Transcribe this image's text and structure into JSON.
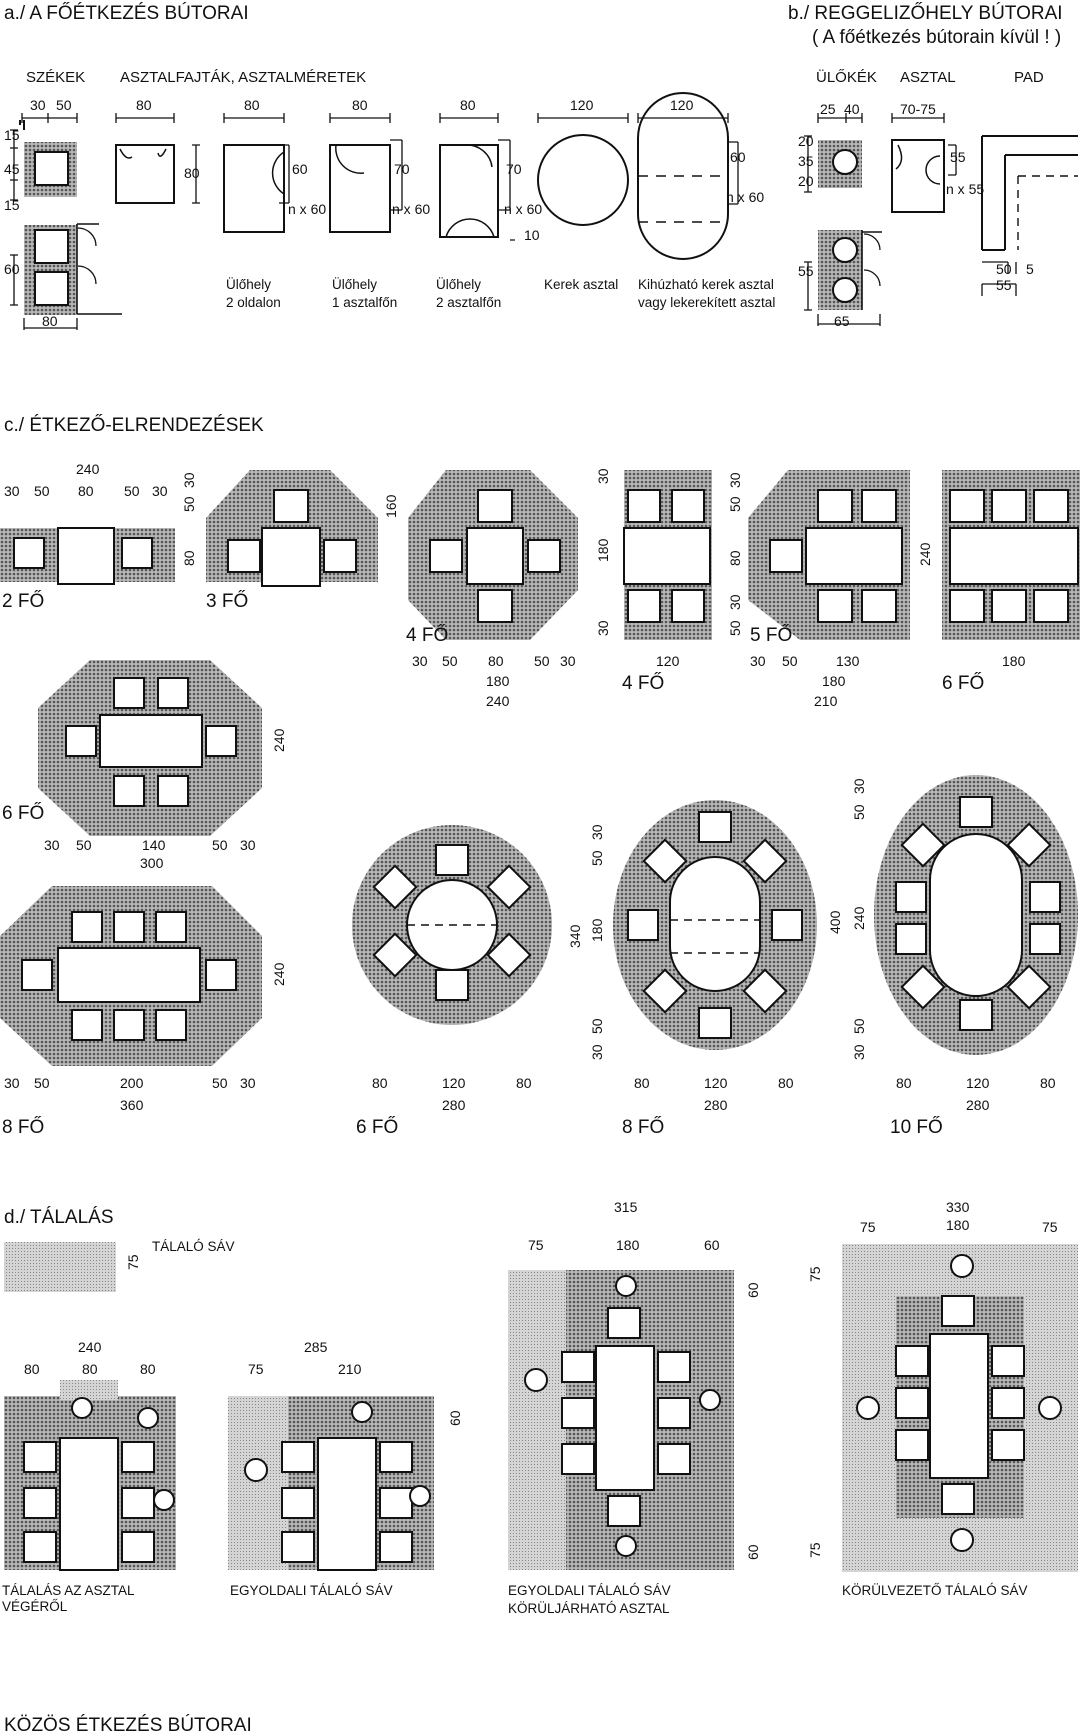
{
  "sections": {
    "a": {
      "title": "a./ A FŐÉTKEZÉS BÚTORAI",
      "chairs_heading": "SZÉKEK",
      "tables_heading": "ASZTALFAJTÁK, ASZTALMÉRETEK",
      "dims": {
        "chair_w30": "30",
        "chair_w50": "50",
        "chair_h15a": "15",
        "chair_h45": "45",
        "chair_h15b": "15",
        "chairs60": "60",
        "chairs80": "80",
        "t1_w": "80",
        "t1_h": "80",
        "t2_w": "80",
        "t2_h": "60",
        "t2_n": "n x 60",
        "t3_w": "80",
        "t3_h": "70",
        "t3_n": "n x 60",
        "t4_w": "80",
        "t4_h": "70",
        "t4_n": "n x 60",
        "t4_10": "10",
        "t5_w": "120",
        "t6_w": "120",
        "t6_h": "60",
        "t6_n": "n x 60"
      },
      "captions": {
        "seat2side_l1": "Ülőhely",
        "seat2side_l2": "2 oldalon",
        "seat1_l1": "Ülőhely",
        "seat1_l2": "1 asztalfőn",
        "seat2_l1": "Ülőhely",
        "seat2_l2": "2 asztalfőn",
        "round": "Kerek asztal",
        "ext_l1": "Kihúzható kerek asztal",
        "ext_l2": "vagy lekerekített asztal"
      }
    },
    "b": {
      "title": "b./ REGGELIZŐHELY BÚTORAI",
      "subtitle": "( A főétkezés bútorain kívül ! )",
      "seats_heading": "ÜLŐKÉK",
      "table_heading": "ASZTAL",
      "bench_heading": "PAD",
      "dims": {
        "s25": "25",
        "s40": "40",
        "s20a": "20",
        "s35": "35",
        "s20b": "20",
        "s55": "55",
        "s65": "65",
        "t7075": "70-75",
        "t55": "55",
        "tn55": "n x 55",
        "p50": "50",
        "p5": "5",
        "p55": "55"
      }
    },
    "c": {
      "title": "c./ ÉTKEZŐ-ELRENDEZÉSEK",
      "layouts": [
        {
          "caption": "2 FŐ",
          "dims": [
            "240",
            "30",
            "50",
            "80",
            "50",
            "30",
            "80",
            "50",
            "30"
          ]
        },
        {
          "caption": "3 FŐ",
          "dims": [
            "160"
          ]
        },
        {
          "caption": "4 FŐ",
          "dims": [
            "30",
            "50",
            "80",
            "50",
            "30",
            "180",
            "240"
          ]
        },
        {
          "caption": "4 FŐ",
          "dims": [
            "120",
            "30",
            "180",
            "30"
          ]
        },
        {
          "caption": "5 FŐ",
          "dims": [
            "30",
            "50",
            "130",
            "180",
            "210",
            "50",
            "30",
            "80",
            "50",
            "30"
          ]
        },
        {
          "caption": "6 FŐ",
          "dims": [
            "180",
            "240"
          ]
        },
        {
          "caption": "6 FŐ",
          "dims": [
            "30",
            "50",
            "140",
            "50",
            "30",
            "300",
            "240"
          ]
        },
        {
          "caption": "8 FŐ",
          "dims": [
            "30",
            "50",
            "200",
            "50",
            "30",
            "360",
            "240"
          ]
        },
        {
          "caption": "6 FŐ",
          "dims": [
            "80",
            "120",
            "80",
            "280"
          ]
        },
        {
          "caption": "8 FŐ",
          "dims": [
            "80",
            "120",
            "80",
            "280",
            "340",
            "180",
            "50",
            "30",
            "30",
            "50"
          ]
        },
        {
          "caption": "10 FŐ",
          "dims": [
            "80",
            "120",
            "80",
            "280",
            "400",
            "240",
            "50",
            "30",
            "30",
            "50"
          ]
        }
      ]
    },
    "d": {
      "title": "d./ TÁLALÁS",
      "serving_band": "TÁLALÓ SÁV",
      "band_depth": "75",
      "layouts": [
        {
          "caption_l1": "TÁLALÁS AZ ASZTAL",
          "caption_l2": "VÉGÉRŐL",
          "dims": [
            "240",
            "80",
            "80",
            "80"
          ]
        },
        {
          "caption_l1": "EGYOLDALI TÁLALÓ SÁV",
          "caption_l2": "",
          "dims": [
            "285",
            "75",
            "210",
            "60"
          ]
        },
        {
          "caption_l1": "EGYOLDALI TÁLALÓ SÁV",
          "caption_l2": "KÖRÜLJÁRHATÓ ASZTAL",
          "dims": [
            "315",
            "75",
            "180",
            "60",
            "60",
            "60"
          ]
        },
        {
          "caption_l1": "KÖRÜLVEZETŐ TÁLALÓ SÁV",
          "caption_l2": "",
          "dims": [
            "330",
            "75",
            "180",
            "75",
            "75",
            "75"
          ]
        }
      ]
    },
    "footer": {
      "title": "KÖZÖS ÉTKEZÉS BÚTORAI"
    }
  },
  "colors": {
    "ink": "#111111",
    "hatch": "#8f8f8f",
    "serve": "#c4c4c4",
    "paper": "#ffffff"
  }
}
